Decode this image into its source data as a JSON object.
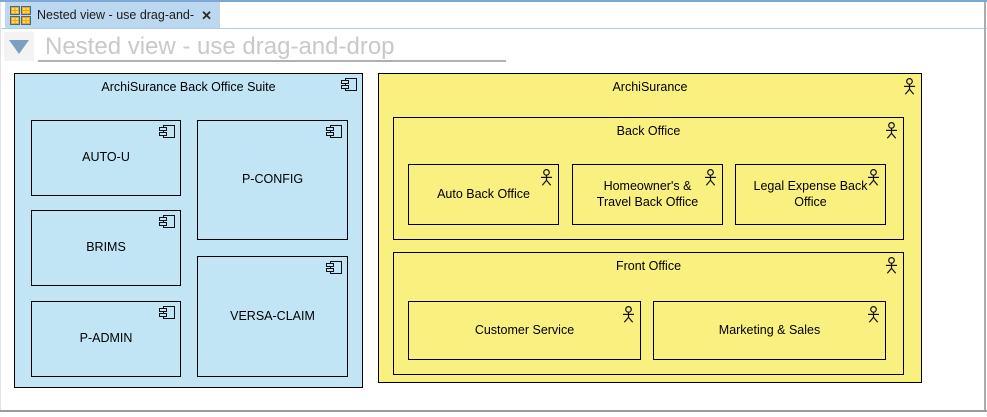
{
  "app": {
    "tab": {
      "label": "Nested view - use drag-and-...",
      "close": "✕",
      "icon": "diagram-grid-icon"
    },
    "header": {
      "title": "Nested view - use drag-and-drop",
      "collapse_icon": "triangle-down-icon"
    }
  },
  "colors": {
    "application_fill": "#C2E5F5",
    "business_fill": "#FAF080",
    "tab_fill": "#BCD8F0",
    "outline": "#000000"
  },
  "diagram": {
    "application_suite": {
      "label": "ArchiSurance Back Office Suite",
      "type": "application-component",
      "icon": "component-icon",
      "components": [
        {
          "label": "AUTO-U"
        },
        {
          "label": "BRIMS"
        },
        {
          "label": "P-ADMIN"
        },
        {
          "label": "P-CONFIG"
        },
        {
          "label": "VERSA-CLAIM"
        }
      ]
    },
    "organization": {
      "label": "ArchiSurance",
      "type": "business-actor",
      "icon": "actor-icon",
      "groups": [
        {
          "label": "Back Office",
          "actors": [
            {
              "label": "Auto Back Office"
            },
            {
              "label": "Homeowner's & Travel Back Office"
            },
            {
              "label": "Legal Expense Back Office"
            }
          ]
        },
        {
          "label": "Front Office",
          "actors": [
            {
              "label": "Customer Service"
            },
            {
              "label": "Marketing & Sales"
            }
          ]
        }
      ]
    }
  }
}
